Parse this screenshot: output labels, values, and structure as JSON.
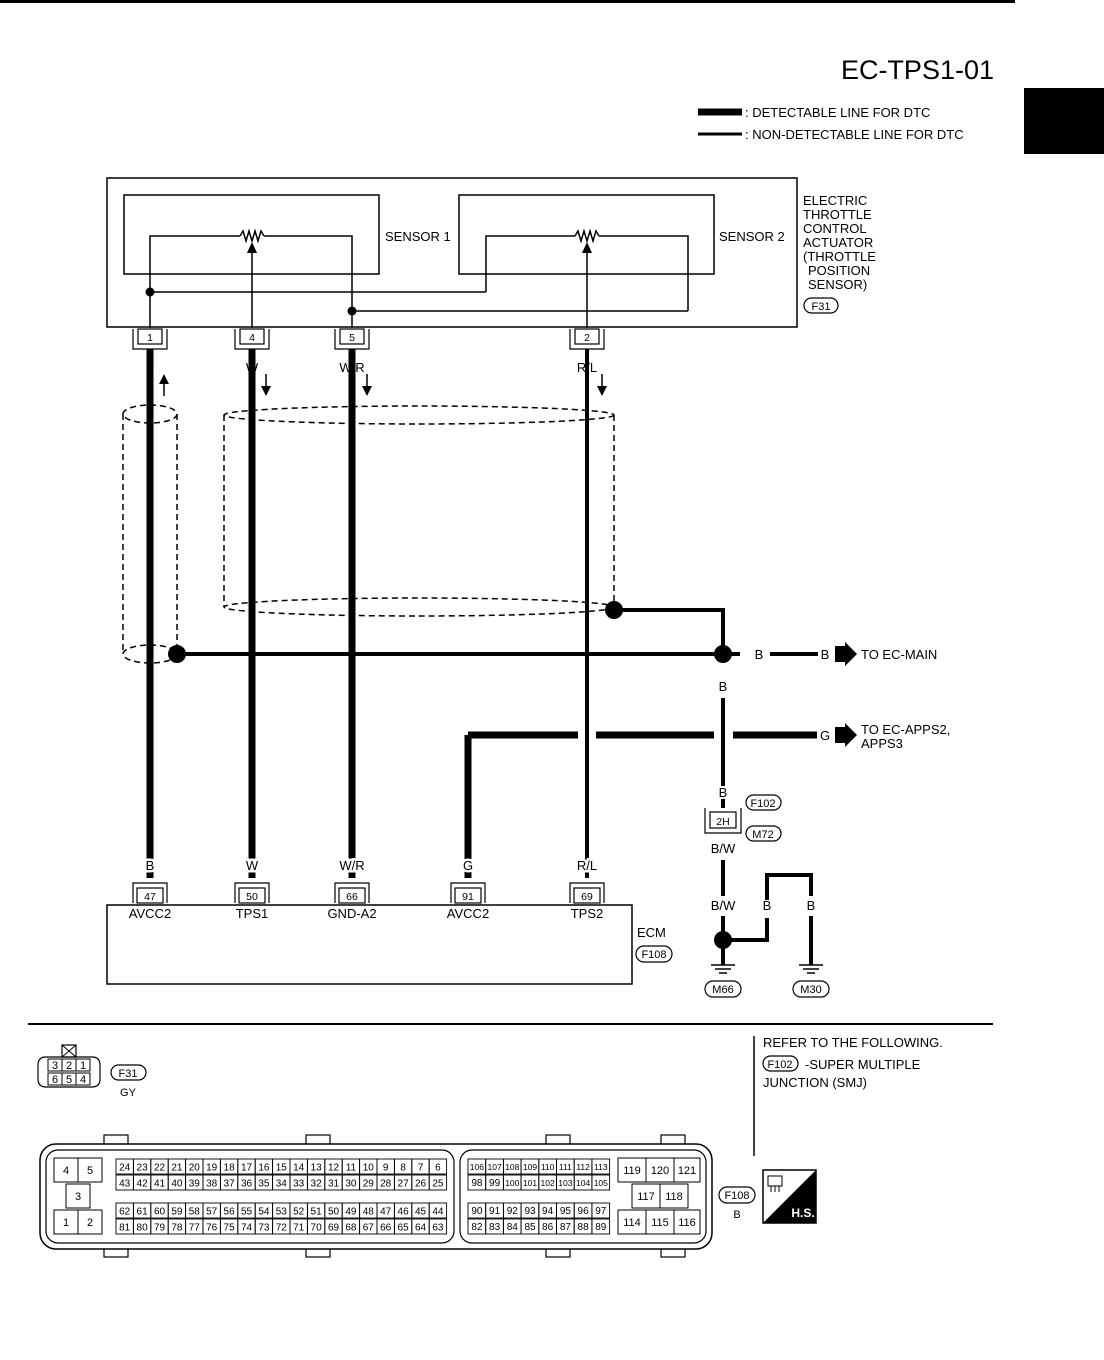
{
  "diagram_id": "EC-TPS1-01",
  "legend": {
    "detectable": ": DETECTABLE LINE FOR DTC",
    "non_detectable": ": NON-DETECTABLE LINE FOR DTC"
  },
  "actuator": {
    "label_lines": [
      "ELECTRIC",
      "THROTTLE",
      "CONTROL",
      "ACTUATOR",
      "(THROTTLE",
      "POSITION",
      "SENSOR)"
    ],
    "connector": "F31",
    "sensor1": "SENSOR 1",
    "sensor2": "SENSOR 2",
    "pins": [
      "1",
      "4",
      "5",
      "2"
    ],
    "wire_colors": [
      "B",
      "W",
      "W/R",
      "R/L"
    ]
  },
  "ecm": {
    "label": "ECM",
    "connector": "F108",
    "pins": [
      "47",
      "50",
      "66",
      "91",
      "69"
    ],
    "pin_names": [
      "AVCC2",
      "TPS1",
      "GND-A2",
      "AVCC2",
      "TPS2"
    ],
    "wire_colors": [
      "B",
      "W",
      "W/R",
      "G",
      "R/L"
    ]
  },
  "routing": {
    "to_main": "TO EC-MAIN",
    "to_apps_line1": "TO EC-APPS2,",
    "to_apps_line2": "APPS3",
    "color_b": "B",
    "color_g": "G",
    "color_bw": "B/W",
    "joint": "2H",
    "joint_conn_1": "F102",
    "joint_conn_2": "M72",
    "ground_1": "M66",
    "ground_2": "M30"
  },
  "reference": {
    "line1": "REFER TO THE FOLLOWING.",
    "connector": "F102",
    "line2": "-SUPER MULTIPLE",
    "line3": "JUNCTION (SMJ)"
  },
  "connector_views": {
    "f31_label": "F31",
    "f31_color": "GY",
    "f31_pins_top": [
      "3",
      "2",
      "1"
    ],
    "f31_pins_bottom": [
      "6",
      "5",
      "4"
    ],
    "f108_label": "F108",
    "f108_color": "B",
    "hs_label": "H.S.",
    "left_block": [
      "4",
      "5",
      "3",
      "1",
      "2"
    ],
    "row1": [
      "24",
      "23",
      "22",
      "21",
      "20",
      "19",
      "18",
      "17",
      "16",
      "15",
      "14",
      "13",
      "12",
      "11",
      "10",
      "9",
      "8",
      "7",
      "6"
    ],
    "row2": [
      "43",
      "42",
      "41",
      "40",
      "39",
      "38",
      "37",
      "36",
      "35",
      "34",
      "33",
      "32",
      "31",
      "30",
      "29",
      "28",
      "27",
      "26",
      "25"
    ],
    "row3": [
      "62",
      "61",
      "60",
      "59",
      "58",
      "57",
      "56",
      "55",
      "54",
      "53",
      "52",
      "51",
      "50",
      "49",
      "48",
      "47",
      "46",
      "45",
      "44"
    ],
    "row4": [
      "81",
      "80",
      "79",
      "78",
      "77",
      "76",
      "75",
      "74",
      "73",
      "72",
      "71",
      "70",
      "69",
      "68",
      "67",
      "66",
      "65",
      "64",
      "63"
    ],
    "mid_row1": [
      "106",
      "107",
      "108",
      "109",
      "110",
      "111",
      "112",
      "113"
    ],
    "mid_row2": [
      "98",
      "99",
      "100",
      "101",
      "102",
      "103",
      "104",
      "105"
    ],
    "mid_row3": [
      "90",
      "91",
      "92",
      "93",
      "94",
      "95",
      "96",
      "97"
    ],
    "mid_row4": [
      "82",
      "83",
      "84",
      "85",
      "86",
      "87",
      "88",
      "89"
    ],
    "right_block": [
      "119",
      "120",
      "121",
      "117",
      "118",
      "114",
      "115",
      "116"
    ]
  },
  "colors": {
    "line": "#000000",
    "background": "#ffffff",
    "tab": "#000000"
  }
}
